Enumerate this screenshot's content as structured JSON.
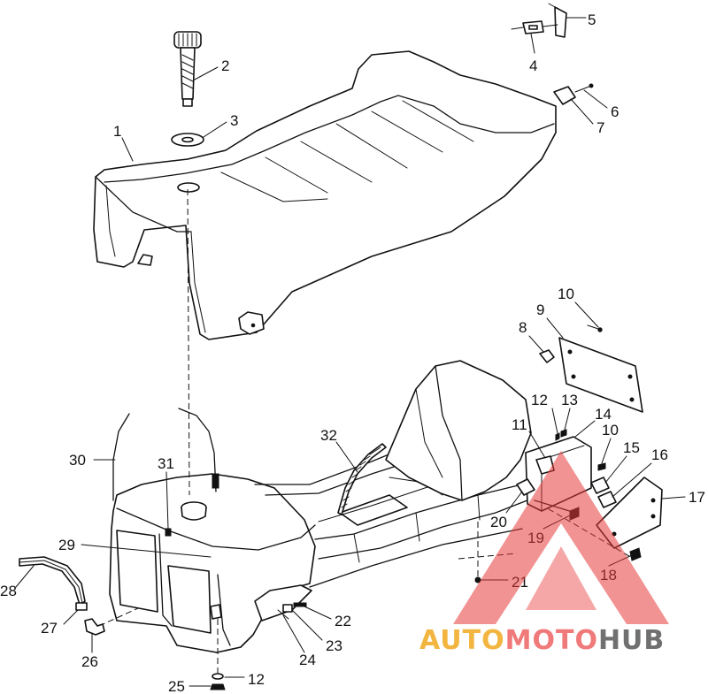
{
  "callouts": [
    {
      "id": "c1",
      "text": "1"
    },
    {
      "id": "c2",
      "text": "2"
    },
    {
      "id": "c3",
      "text": "3"
    },
    {
      "id": "c4",
      "text": "4"
    },
    {
      "id": "c5",
      "text": "5"
    },
    {
      "id": "c6",
      "text": "6"
    },
    {
      "id": "c7",
      "text": "7"
    },
    {
      "id": "c8",
      "text": "8"
    },
    {
      "id": "c9",
      "text": "9"
    },
    {
      "id": "c10a",
      "text": "10"
    },
    {
      "id": "c10b",
      "text": "10"
    },
    {
      "id": "c11",
      "text": "11"
    },
    {
      "id": "c12a",
      "text": "12"
    },
    {
      "id": "c12b",
      "text": "12"
    },
    {
      "id": "c13",
      "text": "13"
    },
    {
      "id": "c14",
      "text": "14"
    },
    {
      "id": "c15",
      "text": "15"
    },
    {
      "id": "c16",
      "text": "16"
    },
    {
      "id": "c17",
      "text": "17"
    },
    {
      "id": "c18",
      "text": "18"
    },
    {
      "id": "c19",
      "text": "19"
    },
    {
      "id": "c20",
      "text": "20"
    },
    {
      "id": "c21",
      "text": "21"
    },
    {
      "id": "c22",
      "text": "22"
    },
    {
      "id": "c23",
      "text": "23"
    },
    {
      "id": "c24",
      "text": "24"
    },
    {
      "id": "c25",
      "text": "25"
    },
    {
      "id": "c26",
      "text": "26"
    },
    {
      "id": "c27",
      "text": "27"
    },
    {
      "id": "c28",
      "text": "28"
    },
    {
      "id": "c29",
      "text": "29"
    },
    {
      "id": "c30",
      "text": "30"
    },
    {
      "id": "c31",
      "text": "31"
    },
    {
      "id": "c32",
      "text": "32"
    }
  ],
  "watermark": {
    "part_auto": "AUTO",
    "part_moto": "MOTO",
    "part_hub": "HUB",
    "colors": {
      "auto": "#f2b640",
      "moto": "#f07a7a",
      "hub": "#707070",
      "triangle": "#e83a3a"
    }
  }
}
